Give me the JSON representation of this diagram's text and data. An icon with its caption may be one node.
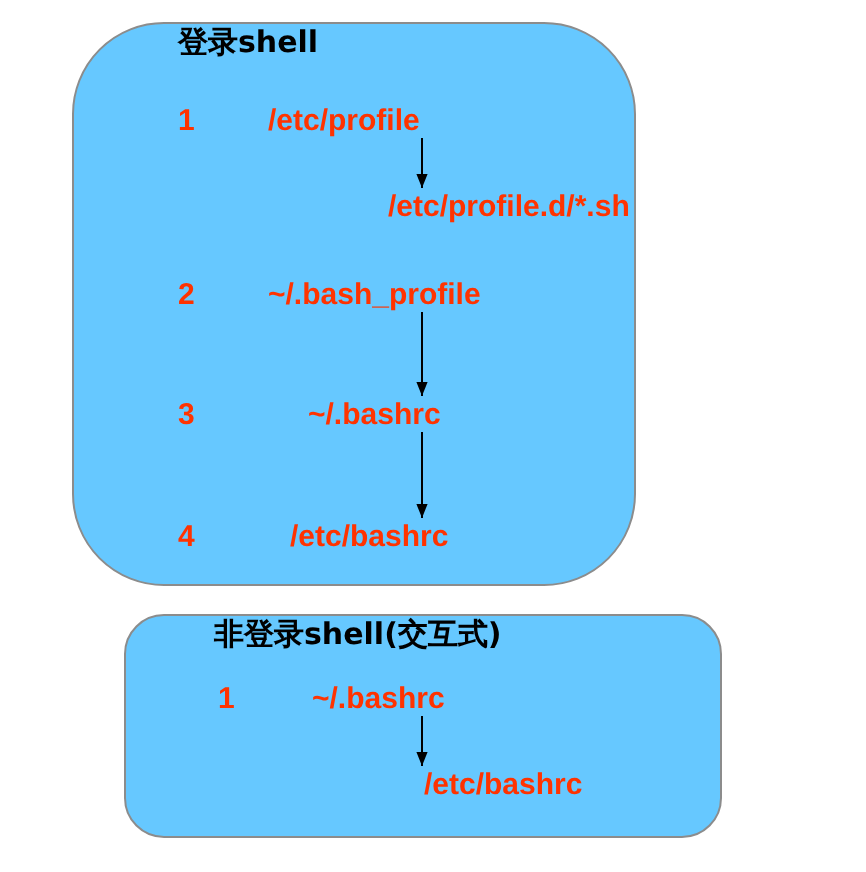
{
  "diagram": {
    "nodes": [
      {
        "text": [
          "登录shell"
        ]
      },
      {
        "text": [
          "/etc/profile"
        ],
        "in": 0,
        "beside": [
          "1"
        ]
      },
      {
        "text": [
          "/etc/profile.d/*.sh"
        ],
        "in": 0
      },
      {
        "text": [
          "~/.bash_profile"
        ],
        "in": 0,
        "beside": [
          "2"
        ]
      },
      {
        "text": [
          "~/.bashrc"
        ],
        "in": 0,
        "beside": [
          "3"
        ]
      },
      {
        "text": [
          "/etc/bashrc"
        ],
        "in": 0,
        "beside": [
          "4"
        ]
      },
      {
        "text": [
          "非登录shell(交互式)"
        ]
      },
      {
        "text": [
          "~/.bashrc"
        ],
        "in": 6,
        "beside": [
          "1"
        ]
      },
      {
        "text": [
          "/etc/bashrc"
        ],
        "in": 6
      }
    ],
    "edges": [
      {
        "from": 1,
        "to": 2,
        "arrow": "to"
      },
      {
        "from": 3,
        "to": 4,
        "arrow": "to"
      },
      {
        "from": 4,
        "to": 5,
        "arrow": "to"
      },
      {
        "from": 7,
        "to": 8,
        "arrow": "to"
      }
    ]
  }
}
